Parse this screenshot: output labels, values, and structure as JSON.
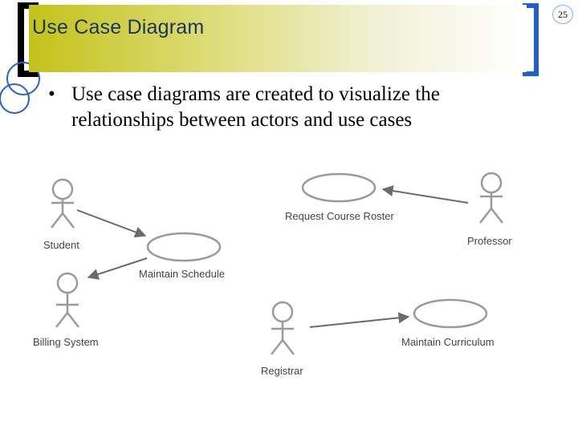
{
  "slide": {
    "number": "25",
    "title": "Use Case Diagram",
    "bullet": "Use case diagrams are created to visualize the relationships between actors and use cases"
  },
  "diagram": {
    "actors": [
      {
        "id": "student",
        "label": "Student"
      },
      {
        "id": "professor",
        "label": "Professor"
      },
      {
        "id": "billing-system",
        "label": "Billing System"
      },
      {
        "id": "registrar",
        "label": "Registrar"
      }
    ],
    "use_cases": [
      {
        "id": "request-course-roster",
        "label": "Request Course Roster"
      },
      {
        "id": "maintain-schedule",
        "label": "Maintain Schedule"
      },
      {
        "id": "maintain-curriculum",
        "label": "Maintain Curriculum"
      }
    ],
    "associations": [
      {
        "from": "student",
        "to": "maintain-schedule"
      },
      {
        "from": "maintain-schedule",
        "to": "billing-system"
      },
      {
        "from": "professor",
        "to": "request-course-roster"
      },
      {
        "from": "registrar",
        "to": "maintain-curriculum"
      }
    ]
  },
  "colors": {
    "frame_blue": "#1f5fd6",
    "circle_blue": "#2a5fd0",
    "title_text": "#17365d",
    "diagram_line": "#9a9a9a",
    "association": "#6a6a6a"
  }
}
